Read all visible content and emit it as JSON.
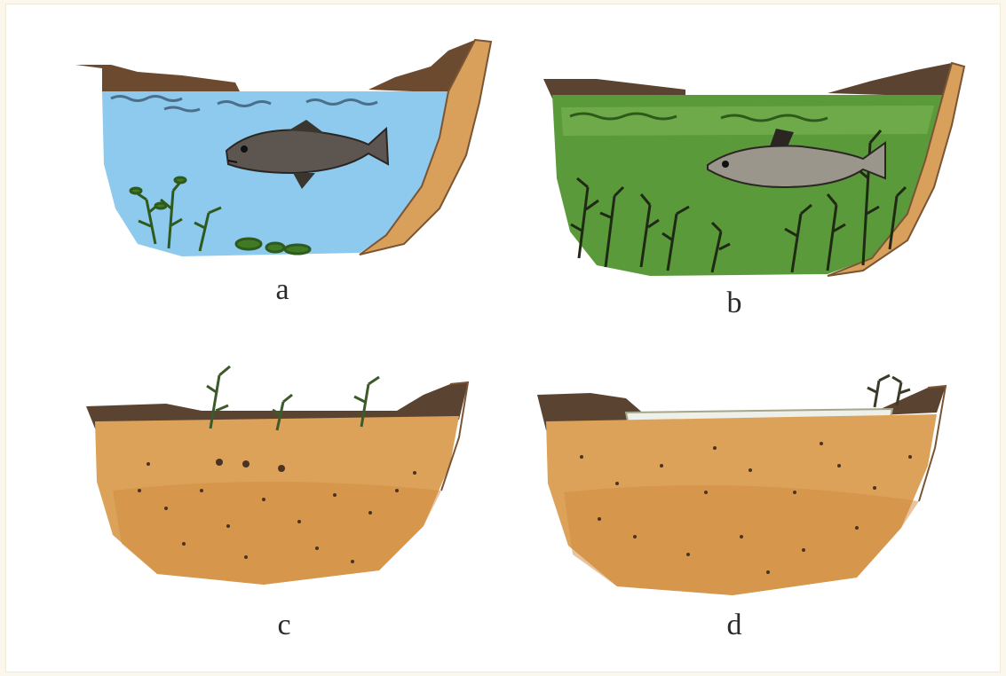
{
  "panels": [
    {
      "label": "a"
    },
    {
      "label": "b"
    },
    {
      "label": "c"
    },
    {
      "label": "d"
    }
  ],
  "colors": {
    "clear_water": "#8ec9ee",
    "green_water": "#5a9a3a",
    "soil": "#dca25a",
    "bank": "#6b4a2f",
    "fish": "#5d5650"
  }
}
